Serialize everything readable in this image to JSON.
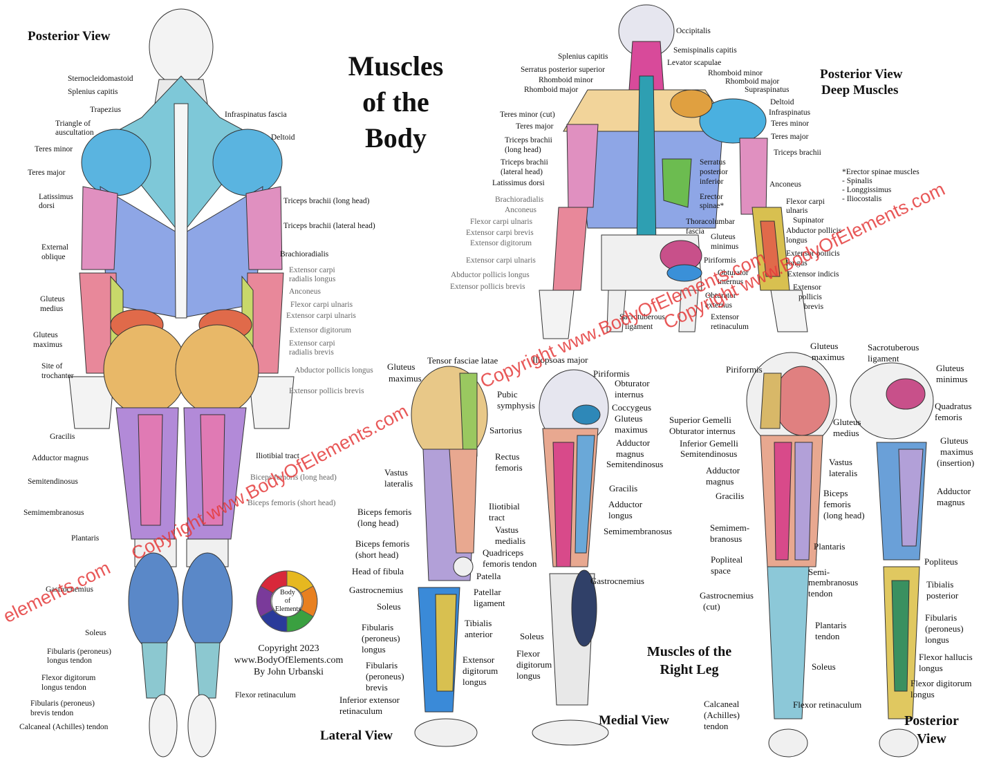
{
  "title_lines": [
    "Muscles",
    "of the",
    "Body"
  ],
  "headings": {
    "posterior_view": "Posterior View",
    "posterior_deep_1": "Posterior View",
    "posterior_deep_2": "Deep Muscles",
    "right_leg_1": "Muscles of the",
    "right_leg_2": "Right Leg",
    "lateral_view": "Lateral View",
    "medial_view": "Medial View",
    "posterior_view_leg_1": "Posterior",
    "posterior_view_leg_2": "View"
  },
  "credit": {
    "logo_line1": "Body",
    "logo_line2": "of",
    "logo_line3": "Elements",
    "copyright": "Copyright 2023",
    "url": "www.BodyOfElements.com",
    "author": "By John Urbanski"
  },
  "watermark": "Copyright www.BodyOfElements.com",
  "watermark_short": "elements.com",
  "erector_note": [
    "*Erector spinae muscles",
    "- Spinalis",
    "- Longgissimus",
    "- Iliocostalis"
  ],
  "left_labels": [
    "Sternocleidomastoid",
    "Splenius capitis",
    "Trapezius",
    "Triangle of",
    "auscultation",
    "Teres minor",
    "Teres major",
    "Latissimus",
    "dorsi",
    "External",
    "oblique",
    "Gluteus",
    "medius",
    "Gluteus",
    "maximus",
    "Site of",
    "trochanter",
    "Gracilis",
    "Adductor magnus",
    "Semitendinosus",
    "Semimembranosus",
    "Plantaris",
    "Gastrocnemius",
    "Soleus",
    "Fibularis (peroneus)",
    "longus tendon",
    "Flexor digitorum",
    "longus tendon",
    "Fibularis (peroneus)",
    "brevis tendon",
    "Calcaneal (Achilles) tendon"
  ],
  "right_arm_labels": [
    "Infraspinatus fascia",
    "Deltoid",
    "Triceps brachii (long head)",
    "Triceps brachii (lateral head)",
    "Brachioradialis",
    "Extensor carpi",
    "radialis longus",
    "Anconeus",
    "Flexor carpi ulnaris",
    "Extensor carpi ulnaris",
    "Extensor digitorum",
    "Extensor carpi",
    "radialis brevis",
    "Abductor pollicis longus",
    "Extensor pollicis brevis",
    "Iliotibial tract",
    "Biceps femoris (long head)",
    "Biceps femoris (short head)",
    "Flexor retinaculum"
  ],
  "deep_left_labels": [
    "Splenius capitis",
    "Serratus posterior superior",
    "Rhomboid minor",
    "Rhomboid major",
    "Teres minor (cut)",
    "Teres major",
    "Triceps brachii",
    "(long head)",
    "Triceps brachii",
    "(lateral head)",
    "Latissimus dorsi",
    "Brachioradialis",
    "Anconeus",
    "Flexor carpi ulnaris",
    "Extensor carpi brevis",
    "Extensor digitorum",
    "Extensor carpi ulnaris",
    "Abductor pollicis longus",
    "Extensor pollicis brevis"
  ],
  "deep_right_labels": [
    "Occipitalis",
    "Semispinalis capitis",
    "Levator scapulae",
    "Rhomboid minor",
    "Rhomboid major",
    "Supraspinatus",
    "Deltoid",
    "Infraspinatus",
    "Teres minor",
    "Teres major",
    "Triceps brachii",
    "Serratus",
    "posterior",
    "inferior",
    "Erector",
    "spinae*",
    "Thoracolumbar",
    "fascia",
    "Gluteus",
    "minimus",
    "Piriformis",
    "Obturator",
    "internus",
    "Obturator",
    "externus",
    "Sacrotuberous",
    "ligament",
    "Extensor",
    "retinaculum",
    "Anconeus",
    "Flexor carpi",
    "ulnaris",
    "Supinator",
    "Abductor pollicis",
    "longus",
    "Extensor pollicis",
    "longus",
    "Extensor indicis",
    "Extensor",
    "pollicis",
    "brevis"
  ],
  "lateral_labels": [
    "Gluteus",
    "maximus",
    "Tensor fasciae latae",
    "Sartorius",
    "Rectus",
    "femoris",
    "Vastus",
    "lateralis",
    "Iliotibial",
    "tract",
    "Biceps femoris",
    "(long head)",
    "Vastus",
    "medialis",
    "Biceps femoris",
    "(short head)",
    "Quadriceps",
    "femoris tendon",
    "Head of fibula",
    "Patella",
    "Patellar",
    "ligament",
    "Gastrocnemius",
    "Soleus",
    "Tibialis",
    "anterior",
    "Fibularis",
    "(peroneus)",
    "longus",
    "Extensor",
    "digitorum",
    "longus",
    "Fibularis",
    "(peroneus)",
    "brevis",
    "Inferior extensor",
    "retinaculum"
  ],
  "medial_labels": [
    "Iliopsoas major",
    "Pubic",
    "symphysis",
    "Piriformis",
    "Obturator",
    "internus",
    "Coccygeus",
    "Gluteus",
    "maximus",
    "Adductor",
    "magnus",
    "Semitendinosus",
    "Gracilis",
    "Adductor",
    "longus",
    "Semimembranosus",
    "Gastrocnemius",
    "Soleus",
    "Flexor",
    "digitorum",
    "longus"
  ],
  "right_leg_labels": [
    "Piriformis",
    "Gluteus",
    "maximus",
    "Superior Gemelli",
    "Obturator internus",
    "Inferior Gemelli",
    "Semitendinosus",
    "Gluteus",
    "medius",
    "Adductor",
    "magnus",
    "Gracilis",
    "Vastus",
    "lateralis",
    "Biceps",
    "femoris",
    "(long head)",
    "Semimem-",
    "branosus",
    "Plantaris",
    "Popliteal",
    "space",
    "Semi-",
    "membranosus",
    "tendon",
    "Gastrocnemius",
    "(cut)",
    "Plantaris",
    "tendon",
    "Soleus",
    "Calcaneal",
    "(Achilles)",
    "tendon",
    "Flexor retinaculum",
    "Sacrotuberous",
    "ligament",
    "Gluteus",
    "minimus",
    "Quadratus",
    "femoris",
    "Gluteus",
    "maximus",
    "(insertion)",
    "Adductor",
    "magnus",
    "Popliteus",
    "Tibialis",
    "posterior",
    "Fibularis",
    "(peroneus)",
    "longus",
    "Flexor hallucis",
    "longus",
    "Flexor digitorum",
    "longus"
  ],
  "colors": {
    "trapezius": "#7ec8d8",
    "deltoid": "#5ab4e0",
    "latissimus": "#8ea6e6",
    "gluteus": "#e8b868",
    "gluteus_medius": "#e06a4a",
    "hamstring": "#b28ad8",
    "hamstring2": "#e07ab4",
    "calf": "#5a88c8",
    "forearm": "#e8889a",
    "forearm2": "#c8d86a",
    "skin": "#ececec",
    "outline": "#333333",
    "watermark": "#e53b3b"
  }
}
